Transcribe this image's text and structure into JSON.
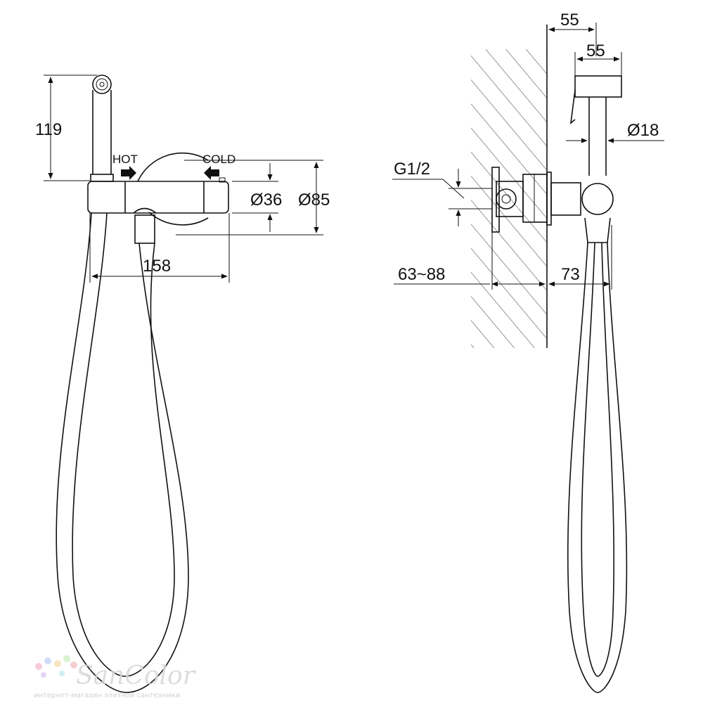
{
  "front_view": {
    "dim_height": "119",
    "dim_width": "158",
    "dim_inner_diameter": "Ø36",
    "dim_outer_diameter": "Ø85",
    "label_hot": "HOT",
    "label_cold": "COLD"
  },
  "side_view": {
    "dim_top_55_a": "55",
    "dim_top_55_b": "55",
    "dim_handle_diameter": "Ø18",
    "dim_thread": "G1/2",
    "dim_depth_range": "63~88",
    "dim_projection": "73"
  },
  "watermark": {
    "brand": "SanColor",
    "tagline": "интернет-магазин элитной сантехники"
  },
  "colors": {
    "line": "#111111",
    "watermark": "#d7d7d7"
  }
}
